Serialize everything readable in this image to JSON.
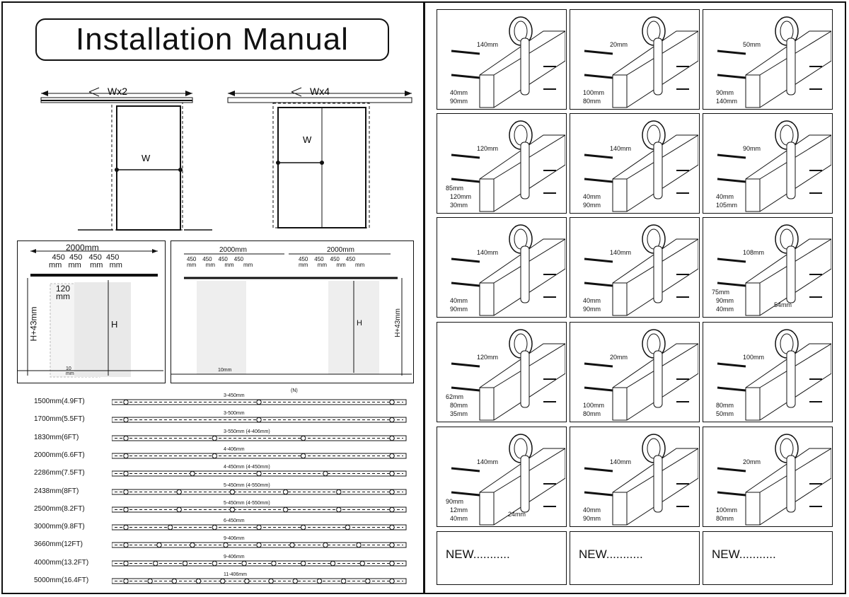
{
  "title": "Installation Manual",
  "openings": {
    "single_label": "Wx2",
    "double_label": "Wx4",
    "width": "W"
  },
  "layouts": {
    "single": {
      "total": "2000mm",
      "segments": [
        "450",
        "450",
        "450",
        "450"
      ],
      "unit": "mm",
      "offset": "120",
      "offset_unit": "mm",
      "height": "H+43mm",
      "h": "H",
      "gap": "10",
      "gap_unit": "mm"
    },
    "double": {
      "total_left": "2000mm",
      "total_right": "2000mm",
      "segments": [
        "450",
        "450",
        "450",
        "450"
      ],
      "unit": "mm",
      "height": "H+43mm",
      "h": "H",
      "gap": "10mm"
    }
  },
  "nut_label": "(N)",
  "rails": [
    {
      "size": "1500mm(4.9FT)",
      "note": "3-450mm",
      "holes": 3
    },
    {
      "size": "1700mm(5.5FT)",
      "note": "3-500mm",
      "holes": 3
    },
    {
      "size": "1830mm(6FT)",
      "note": "3-550mm  (4-406mm)",
      "holes": 4
    },
    {
      "size": "2000mm(6.6FT)",
      "note": "4-406mm",
      "holes": 4
    },
    {
      "size": "2286mm(7.5FT)",
      "note": "4-450mm  (4-450mm)",
      "holes": 5
    },
    {
      "size": "2438mm(8FT)",
      "note": "5-450mm  (4-550mm)",
      "holes": 6
    },
    {
      "size": "2500mm(8.2FT)",
      "note": "5-450mm  (4-550mm)",
      "holes": 6
    },
    {
      "size": "3000mm(9.8FT)",
      "note": "6-450mm",
      "holes": 7
    },
    {
      "size": "3660mm(12FT)",
      "note": "9-406mm",
      "holes": 9
    },
    {
      "size": "4000mm(13.2FT)",
      "note": "9-406mm",
      "holes": 10
    },
    {
      "size": "5000mm(16.4FT)",
      "note": "11-406mm",
      "holes": 12
    }
  ],
  "hardware": [
    [
      "140mm",
      "40mm",
      "90mm"
    ],
    [
      "20mm",
      "100mm",
      "80mm"
    ],
    [
      "50mm",
      "90mm",
      "140mm"
    ],
    [
      "120mm",
      "120mm",
      "30mm",
      "85mm"
    ],
    [
      "140mm",
      "40mm",
      "90mm"
    ],
    [
      "90mm",
      "40mm",
      "105mm"
    ],
    [
      "140mm",
      "40mm",
      "90mm"
    ],
    [
      "140mm",
      "40mm",
      "90mm"
    ],
    [
      "108mm",
      "90mm",
      "40mm",
      "75mm",
      "54mm"
    ],
    [
      "120mm",
      "80mm",
      "35mm",
      "62mm"
    ],
    [
      "20mm",
      "100mm",
      "80mm"
    ],
    [
      "100mm",
      "80mm",
      "50mm"
    ],
    [
      "140mm",
      "12mm",
      "40mm",
      "90mm",
      "24mm"
    ],
    [
      "140mm",
      "40mm",
      "90mm"
    ],
    [
      "20mm",
      "100mm",
      "80mm"
    ]
  ],
  "new_slots": [
    "NEW...........",
    "NEW...........",
    "NEW..........."
  ]
}
